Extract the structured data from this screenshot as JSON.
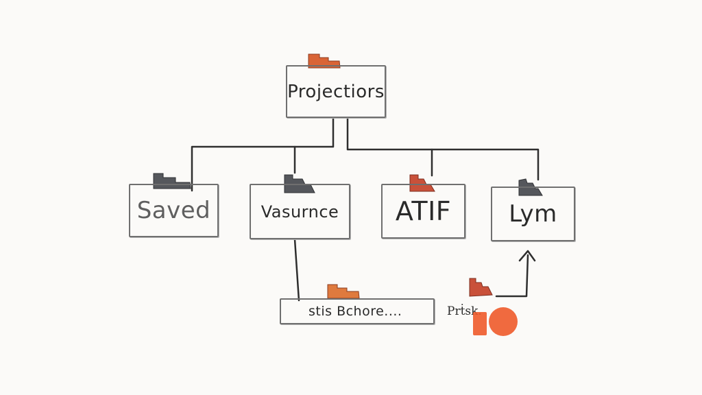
{
  "diagram": {
    "root": {
      "label": "Projectiors",
      "tab_color": "#d96436"
    },
    "children": [
      {
        "key": "saved",
        "label": "Saved",
        "tab_color": "#55575c"
      },
      {
        "key": "vasurnce",
        "label": "Vasurnce",
        "tab_color": "#55575c"
      },
      {
        "key": "atif",
        "label": "ATIF",
        "tab_color": "#c9513a"
      },
      {
        "key": "lym",
        "label": "Lym",
        "tab_color": "#55575c"
      }
    ],
    "sub_item": {
      "label": "stis Bchore....",
      "tab_color": "#df7a3e"
    },
    "note": {
      "label": "Prṫsk.",
      "flag_color": "#c9513a",
      "mark_color": "#ee5a2a"
    },
    "line_color": "#2e2e2e"
  }
}
